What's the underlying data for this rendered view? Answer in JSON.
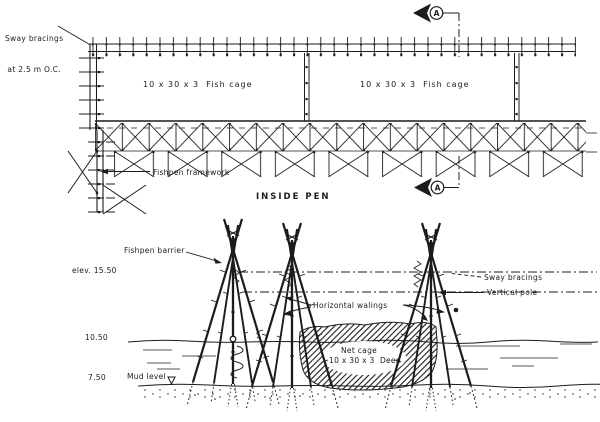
{
  "plan": {
    "sway_note_line1": "Sway bracings",
    "sway_note_line2": "at 2.5 m O.C.",
    "cage_left_label": "10 x 30 x 3  Fish cage",
    "cage_right_label": "10 x 30 x 3  Fish cage",
    "framework_label": "Fishpen framework",
    "inside_pen_label": "INSIDE PEN",
    "section_marker_letter": "A"
  },
  "section": {
    "barrier_label": "Fishpen barrier",
    "elev_top_label": "elev. 15.50",
    "elev_water_label": "10.50",
    "elev_mud_label": "7.50",
    "mud_level_label": "Mud level",
    "sway_bracings_label": "Sway bracings",
    "vertical_pole_label": "Vertical pole",
    "horizontal_walings_label": "Horizontal walings",
    "net_cage_label_line1": "Net cage",
    "net_cage_label_line2": "10 x 30 x 3  Deep"
  }
}
